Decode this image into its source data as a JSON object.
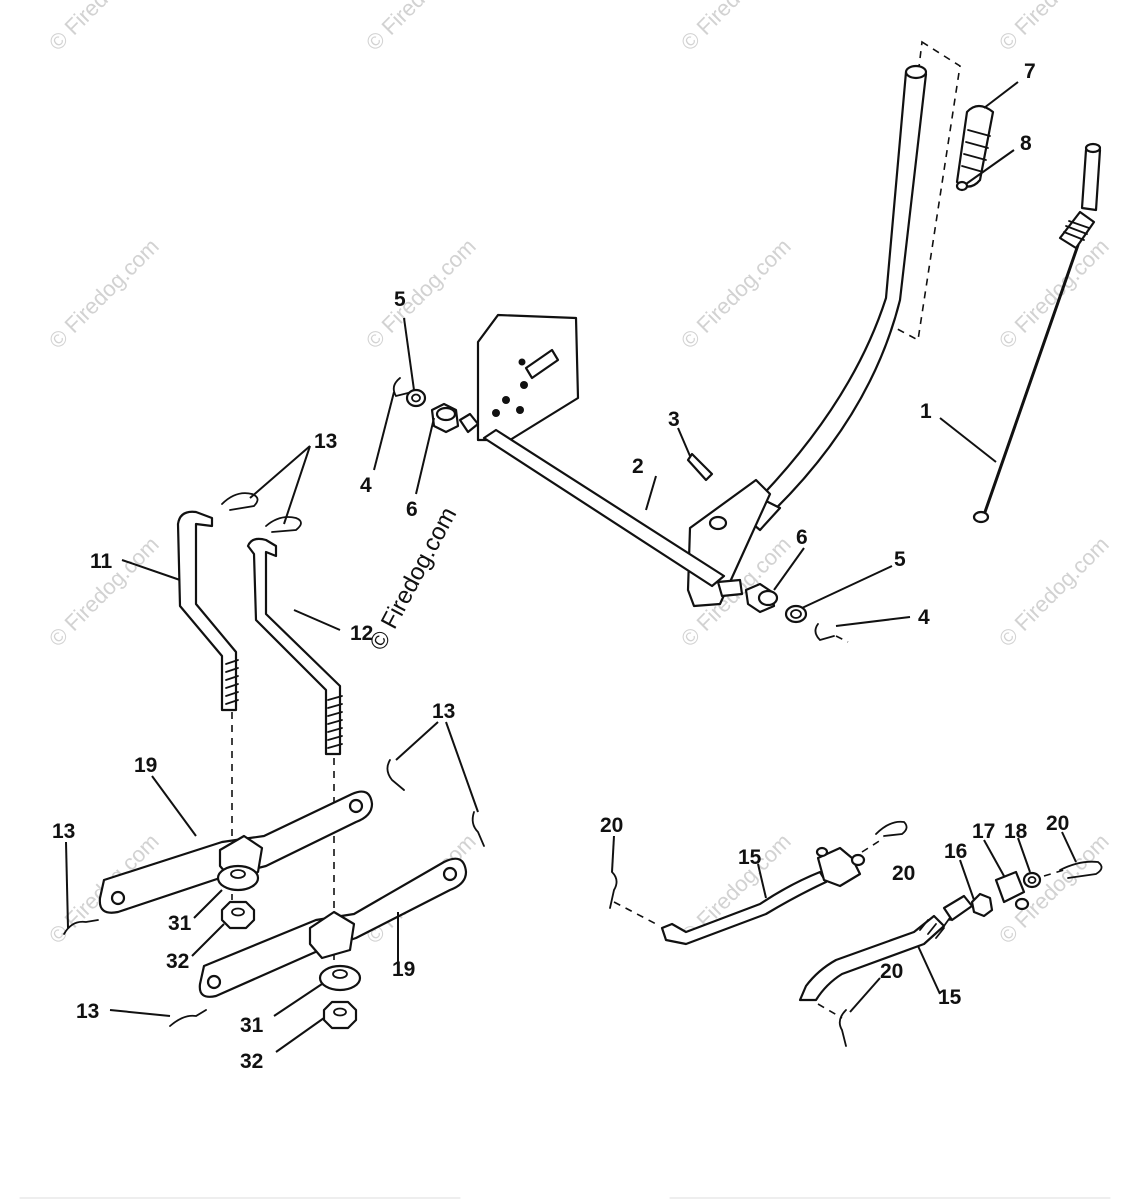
{
  "diagram": {
    "watermark": "© Firedog.com",
    "callouts": {
      "c1": "1",
      "c2": "2",
      "c3": "3",
      "c4a": "4",
      "c4b": "4",
      "c5a": "5",
      "c5b": "5",
      "c6a": "6",
      "c6b": "6",
      "c7": "7",
      "c8": "8",
      "c11": "11",
      "c12": "12",
      "c13a": "13",
      "c13b": "13",
      "c13c": "13",
      "c13d": "13",
      "c15a": "15",
      "c15b": "15",
      "c16": "16",
      "c17": "17",
      "c18": "18",
      "c19a": "19",
      "c19b": "19",
      "c20a": "20",
      "c20b": "20",
      "c20c": "20",
      "c20d": "20",
      "c31a": "31",
      "c31b": "31",
      "c32a": "32",
      "c32b": "32"
    }
  }
}
